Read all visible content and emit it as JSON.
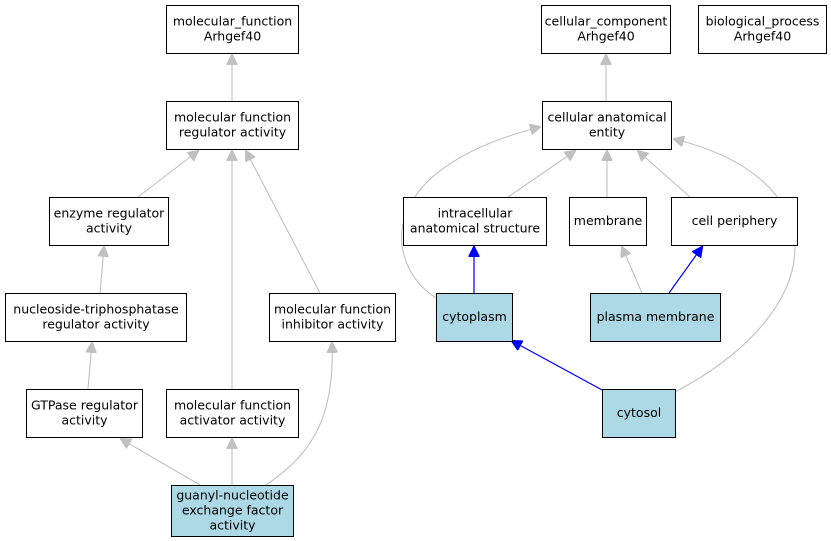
{
  "colors": {
    "highlight_fill": "#add8e6",
    "default_fill": "#ffffff",
    "is_a_edge": "#c0c0c0",
    "part_of_edge": "#0000ff"
  },
  "nodes": {
    "mf_root": {
      "lines": [
        "molecular_function",
        "Arhgef40"
      ],
      "highlight": false
    },
    "mf_regulator": {
      "lines": [
        "molecular function",
        "regulator activity"
      ],
      "highlight": false
    },
    "enzyme_regulator": {
      "lines": [
        "enzyme regulator",
        "activity"
      ],
      "highlight": false
    },
    "ntpase_regulator": {
      "lines": [
        "nucleoside-triphosphatase",
        "regulator activity"
      ],
      "highlight": false
    },
    "gtpase_regulator": {
      "lines": [
        "GTPase regulator",
        "activity"
      ],
      "highlight": false
    },
    "mf_inhibitor": {
      "lines": [
        "molecular function",
        "inhibitor activity"
      ],
      "highlight": false
    },
    "mf_activator": {
      "lines": [
        "molecular function",
        "activator activity"
      ],
      "highlight": false
    },
    "gef_activity": {
      "lines": [
        "guanyl-nucleotide",
        "exchange factor",
        "activity"
      ],
      "highlight": true
    },
    "cc_root": {
      "lines": [
        "cellular_component",
        "Arhgef40"
      ],
      "highlight": false
    },
    "bp_root": {
      "lines": [
        "biological_process",
        "Arhgef40"
      ],
      "highlight": false
    },
    "cell_anat_entity": {
      "lines": [
        "cellular anatomical",
        "entity"
      ],
      "highlight": false
    },
    "intracellular_struct": {
      "lines": [
        "intracellular",
        "anatomical structure"
      ],
      "highlight": false
    },
    "membrane": {
      "lines": [
        "membrane"
      ],
      "highlight": false
    },
    "cell_periphery": {
      "lines": [
        "cell periphery"
      ],
      "highlight": false
    },
    "cytoplasm": {
      "lines": [
        "cytoplasm"
      ],
      "highlight": true
    },
    "plasma_membrane": {
      "lines": [
        "plasma membrane"
      ],
      "highlight": true
    },
    "cytosol": {
      "lines": [
        "cytosol"
      ],
      "highlight": true
    }
  },
  "edges": [
    {
      "from": "mf_regulator",
      "to": "mf_root",
      "type": "is_a"
    },
    {
      "from": "enzyme_regulator",
      "to": "mf_regulator",
      "type": "is_a"
    },
    {
      "from": "mf_activator",
      "to": "mf_regulator",
      "type": "is_a"
    },
    {
      "from": "mf_inhibitor",
      "to": "mf_regulator",
      "type": "is_a"
    },
    {
      "from": "ntpase_regulator",
      "to": "enzyme_regulator",
      "type": "is_a"
    },
    {
      "from": "gtpase_regulator",
      "to": "ntpase_regulator",
      "type": "is_a"
    },
    {
      "from": "gef_activity",
      "to": "gtpase_regulator",
      "type": "is_a"
    },
    {
      "from": "gef_activity",
      "to": "mf_activator",
      "type": "is_a"
    },
    {
      "from": "gef_activity",
      "to": "mf_inhibitor",
      "type": "is_a"
    },
    {
      "from": "cell_anat_entity",
      "to": "cc_root",
      "type": "is_a"
    },
    {
      "from": "intracellular_struct",
      "to": "cell_anat_entity",
      "type": "is_a"
    },
    {
      "from": "membrane",
      "to": "cell_anat_entity",
      "type": "is_a"
    },
    {
      "from": "cell_periphery",
      "to": "cell_anat_entity",
      "type": "is_a"
    },
    {
      "from": "cytoplasm",
      "to": "cell_anat_entity",
      "type": "is_a"
    },
    {
      "from": "cytosol",
      "to": "cell_anat_entity",
      "type": "is_a"
    },
    {
      "from": "cytoplasm",
      "to": "intracellular_struct",
      "type": "part_of"
    },
    {
      "from": "plasma_membrane",
      "to": "membrane",
      "type": "is_a"
    },
    {
      "from": "plasma_membrane",
      "to": "cell_periphery",
      "type": "part_of"
    },
    {
      "from": "cytosol",
      "to": "cytoplasm",
      "type": "part_of"
    }
  ]
}
